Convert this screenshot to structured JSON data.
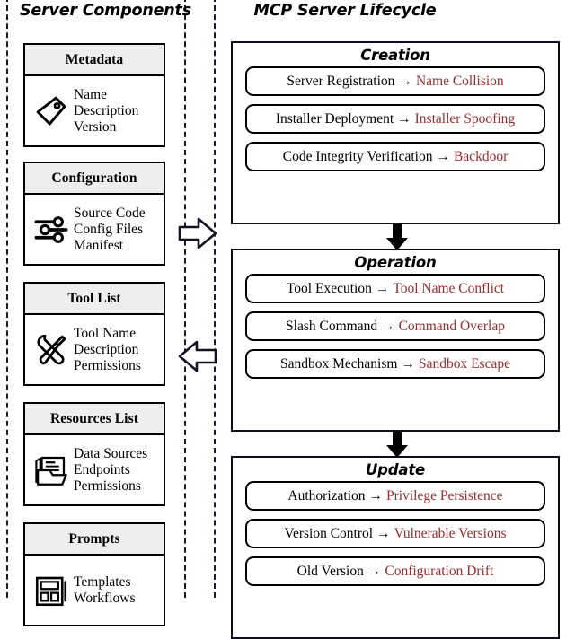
{
  "left_panel": {
    "title": "Server Components",
    "cards": [
      {
        "title": "Metadata",
        "icon": "tag-icon",
        "lines": [
          "Name",
          "Description",
          "Version"
        ]
      },
      {
        "title": "Configuration",
        "icon": "sliders-icon",
        "lines": [
          "Source Code",
          "Config Files",
          "Manifest"
        ]
      },
      {
        "title": "Tool List",
        "icon": "tools-icon",
        "lines": [
          "Tool Name",
          "Description",
          "Permissions"
        ]
      },
      {
        "title": "Resources List",
        "icon": "folder-document-icon",
        "lines": [
          "Data Sources",
          "Endpoints",
          "Permissions"
        ]
      },
      {
        "title": "Prompts",
        "icon": "template-layout-icon",
        "lines": [
          "Templates",
          "Workflows"
        ]
      }
    ]
  },
  "middle": {
    "arrows": [
      {
        "name": "arrow-right-components-to-lifecycle",
        "direction": "right"
      },
      {
        "name": "arrow-left-lifecycle-to-components",
        "direction": "left"
      }
    ]
  },
  "right_panel": {
    "title": "MCP Server Lifecycle",
    "stages": [
      {
        "title": "Creation",
        "rows": [
          {
            "source": "Server Registration",
            "arrow": "→",
            "risk": "Name Collision"
          },
          {
            "source": "Installer Deployment",
            "arrow": "→",
            "risk": "Installer Spoofing"
          },
          {
            "source": "Code Integrity Verification",
            "arrow": "→",
            "risk": "Backdoor"
          }
        ]
      },
      {
        "title": "Operation",
        "rows": [
          {
            "source": "Tool Execution",
            "arrow": "→",
            "risk": "Tool Name Conflict"
          },
          {
            "source": "Slash Command",
            "arrow": "→",
            "risk": "Command Overlap"
          },
          {
            "source": "Sandbox Mechanism",
            "arrow": "→",
            "risk": "Sandbox Escape"
          }
        ]
      },
      {
        "title": "Update",
        "rows": [
          {
            "source": "Authorization",
            "arrow": "→",
            "risk": "Privilege Persistence"
          },
          {
            "source": "Version Control",
            "arrow": "→",
            "risk": "Vulnerable Versions"
          },
          {
            "source": "Old Version",
            "arrow": "→",
            "risk": "Configuration Drift"
          }
        ]
      }
    ],
    "flow_arrows": [
      {
        "name": "arrow-down-creation-to-operation"
      },
      {
        "name": "arrow-down-operation-to-update"
      }
    ]
  },
  "colors": {
    "risk_red": "#9C2B2B",
    "header_gray": "#EEEEEE",
    "border_black": "#000000",
    "dashed_divider": "#1B1B2F"
  }
}
